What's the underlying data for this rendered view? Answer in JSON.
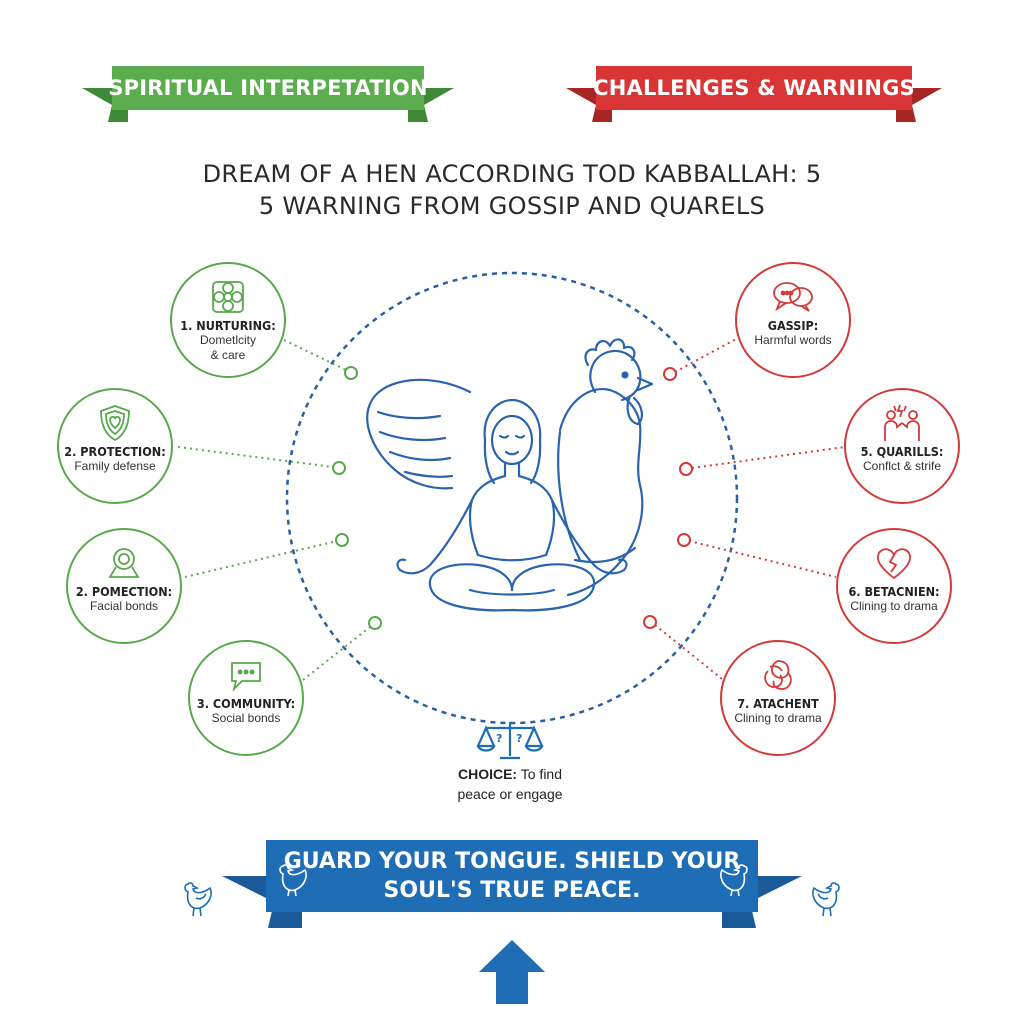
{
  "ribbons": {
    "left": "SPIRITUAL INTERPETATION",
    "right": "CHALLENGES & WARNINGS",
    "bottom_line1": "GUARD YOUR TONGUE. SHIELD YOUR",
    "bottom_line2": "SOUL'S TRUE PEACE."
  },
  "title": {
    "line1": "DREAM OF A HEN ACCORDING TOD KABBALLAH: 5",
    "line2": "5 WARNING FROM GOSSIP AND QUARELS"
  },
  "nodes_left": [
    {
      "icon": "flower-icon",
      "head": "1. NURTURING:",
      "sub1": "Dometlcity",
      "sub2": "& care"
    },
    {
      "icon": "shield-heart-icon",
      "head": "2. PROTECTION:",
      "sub1": "Family defense",
      "sub2": ""
    },
    {
      "icon": "location-pin-icon",
      "head": "2. POMECTION:",
      "sub1": "Facial bonds",
      "sub2": ""
    },
    {
      "icon": "speech-bubble-icon",
      "head": "3. COMMUNITY:",
      "sub1": "Social bonds",
      "sub2": ""
    }
  ],
  "nodes_right": [
    {
      "icon": "chat-bubbles-icon",
      "head": "GASSIP:",
      "sub1": "Harmful words",
      "sub2": ""
    },
    {
      "icon": "arguing-people-icon",
      "head": "5. QUARILLS:",
      "sub1": "Conflct & strife",
      "sub2": ""
    },
    {
      "icon": "broken-heart-icon",
      "head": "6. BETACNIEN:",
      "sub1": "Clining to drama",
      "sub2": ""
    },
    {
      "icon": "knot-icon",
      "head": "7. ATACHENT",
      "sub1": "Clining to drama",
      "sub2": ""
    }
  ],
  "choice": {
    "bold": "CHOICE:",
    "line1": "To find",
    "line2": "peace or engage"
  },
  "colors": {
    "green": "#5aa84e",
    "red": "#d23a3a",
    "blue": "#1f6db5",
    "line_blue": "#2b5f9e"
  }
}
